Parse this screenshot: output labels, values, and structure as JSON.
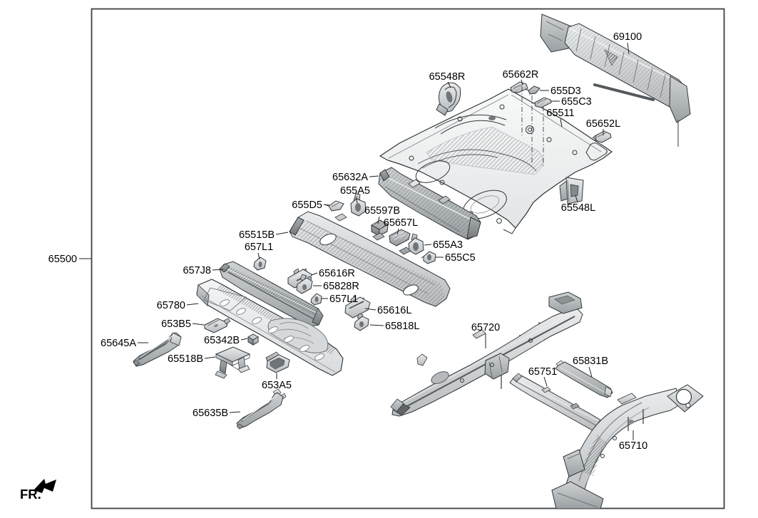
{
  "diagram": {
    "assembly_number": "65500",
    "front_marker": "FR.",
    "parts": [
      {
        "number": "69100"
      },
      {
        "number": "65548R"
      },
      {
        "number": "65662R"
      },
      {
        "number": "655D3"
      },
      {
        "number": "655C3"
      },
      {
        "number": "65511"
      },
      {
        "number": "65652L"
      },
      {
        "number": "65548L"
      },
      {
        "number": "65632A"
      },
      {
        "number": "655A5"
      },
      {
        "number": "655D5"
      },
      {
        "number": "65597B"
      },
      {
        "number": "65657L"
      },
      {
        "number": "65515B"
      },
      {
        "number": "657L1"
      },
      {
        "number": "655A3"
      },
      {
        "number": "655C5"
      },
      {
        "number": "657J8"
      },
      {
        "number": "65616R"
      },
      {
        "number": "65828R"
      },
      {
        "number": "657L1"
      },
      {
        "number": "65780"
      },
      {
        "number": "653B5"
      },
      {
        "number": "65342B"
      },
      {
        "number": "65645A"
      },
      {
        "number": "65518B"
      },
      {
        "number": "653A5"
      },
      {
        "number": "65635B"
      },
      {
        "number": "65616L"
      },
      {
        "number": "65818L"
      },
      {
        "number": "65720"
      },
      {
        "number": "65751"
      },
      {
        "number": "65831B"
      },
      {
        "number": "65710"
      }
    ],
    "colors": {
      "background": "#ffffff",
      "outline": "#33373a",
      "metal_light": "#eceeef",
      "metal_mid": "#b6babd",
      "metal_dark": "#6f7478",
      "label_text": "#000000"
    }
  }
}
